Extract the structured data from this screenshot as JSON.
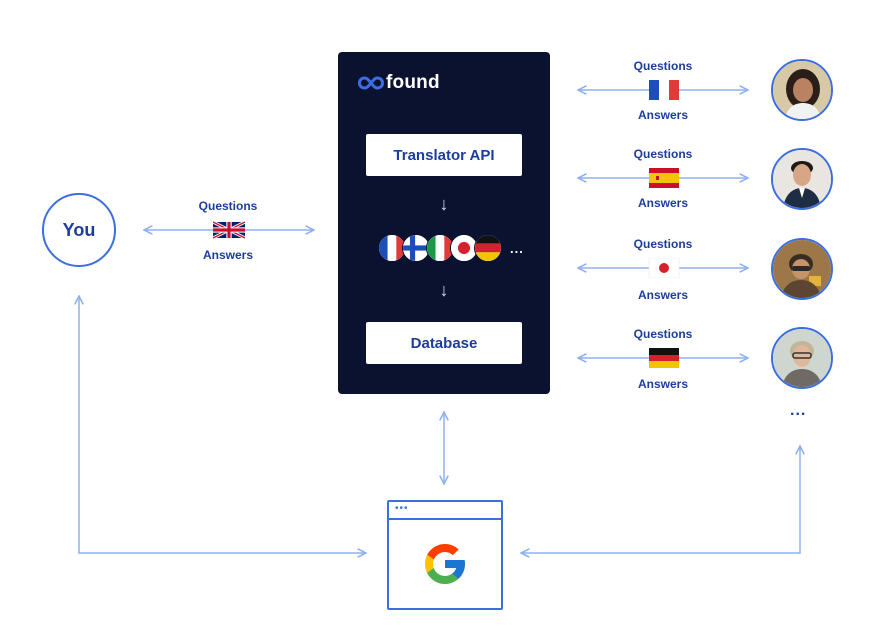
{
  "you": {
    "label": "You"
  },
  "left_link": {
    "top_label": "Questions",
    "bottom_label": "Answers",
    "flag": "uk-flag"
  },
  "panel": {
    "logo_text": "found",
    "translator_label": "Translator API",
    "database_label": "Database",
    "languages": [
      "fr-flag",
      "fi-flag",
      "it-flag",
      "jp-flag",
      "de-flag"
    ],
    "more": "..."
  },
  "right_links": [
    {
      "top_label": "Questions",
      "bottom_label": "Answers",
      "flag": "fr-flag"
    },
    {
      "top_label": "Questions",
      "bottom_label": "Answers",
      "flag": "es-flag"
    },
    {
      "top_label": "Questions",
      "bottom_label": "Answers",
      "flag": "jp-flag"
    },
    {
      "top_label": "Questions",
      "bottom_label": "Answers",
      "flag": "de-flag"
    }
  ],
  "right_more": "...",
  "browser": {
    "dots": "•••",
    "icon": "google-icon"
  },
  "colors": {
    "accent": "#3b6fe0",
    "text": "#1d3d9c",
    "panel": "#0b1230",
    "line": "#8fb0ee"
  }
}
